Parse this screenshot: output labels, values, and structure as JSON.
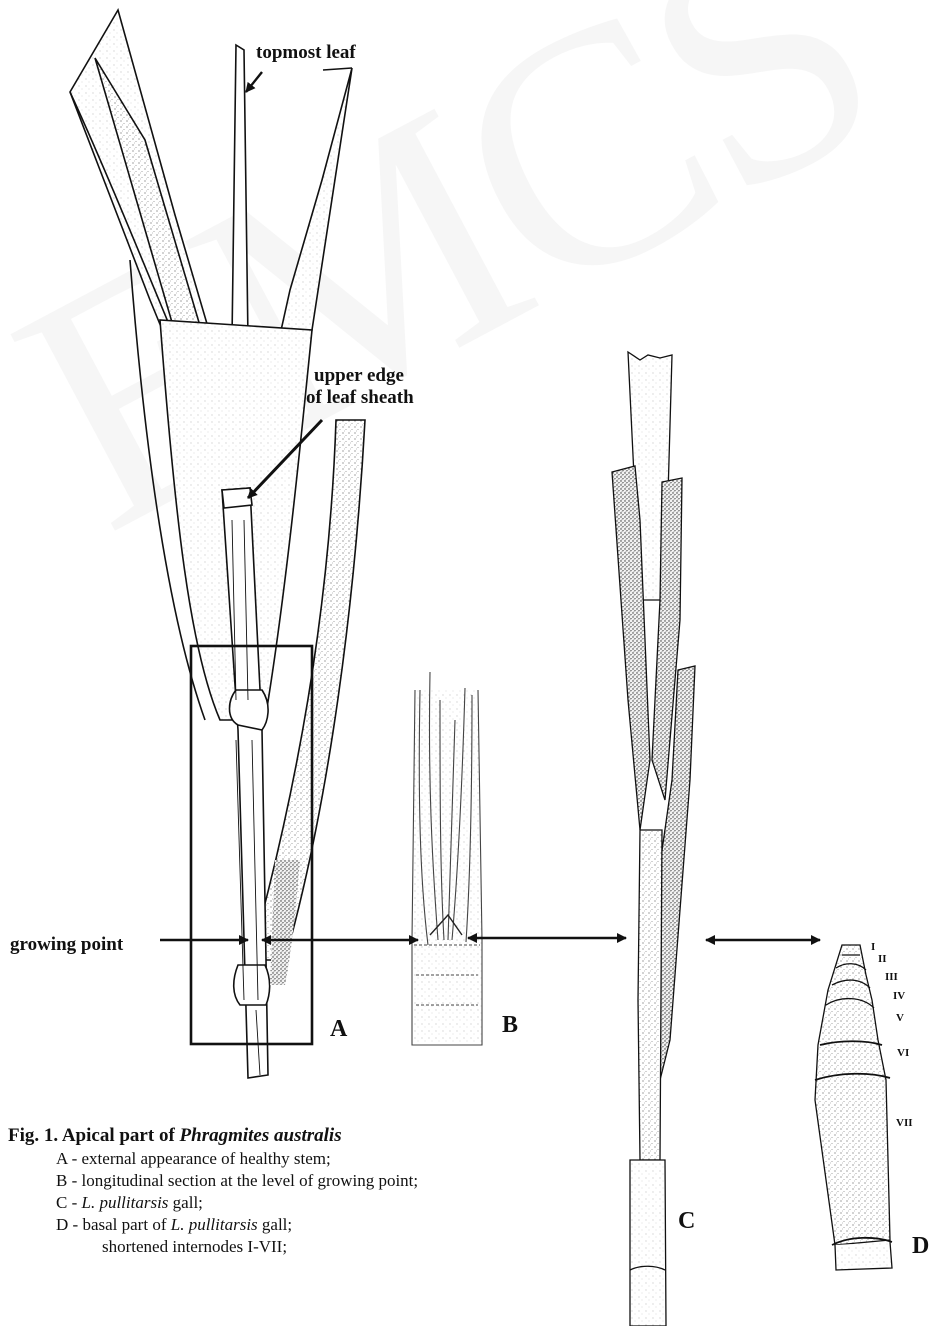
{
  "labels": {
    "topmost_leaf": "topmost leaf",
    "upper_edge_line1": "upper edge",
    "upper_edge_line2": "of leaf sheath",
    "growing_point": "growing point"
  },
  "panels": {
    "a": "A",
    "b": "B",
    "c": "C",
    "d": "D"
  },
  "internodes": [
    "I",
    "II",
    "III",
    "IV",
    "V",
    "VI",
    "VII"
  ],
  "watermark": "EMCS",
  "caption": {
    "title_prefix": "Fig. 1. Apical part of ",
    "title_species": "Phragmites australis",
    "items": [
      {
        "key": "A - ",
        "text": "external appearance of healthy stem;"
      },
      {
        "key": "B - ",
        "text": "longitudinal section at the level of growing point;"
      },
      {
        "key": "C - ",
        "species": "L. pullitarsis",
        "text": " gall;"
      },
      {
        "key": "D - ",
        "text": "basal part of ",
        "species": "L. pullitarsis",
        "text2": " gall;"
      }
    ],
    "continuation": "shortened internodes I-VII;"
  },
  "colors": {
    "ink": "#111111",
    "stipple": "#8a8a8a",
    "background": "#ffffff"
  }
}
